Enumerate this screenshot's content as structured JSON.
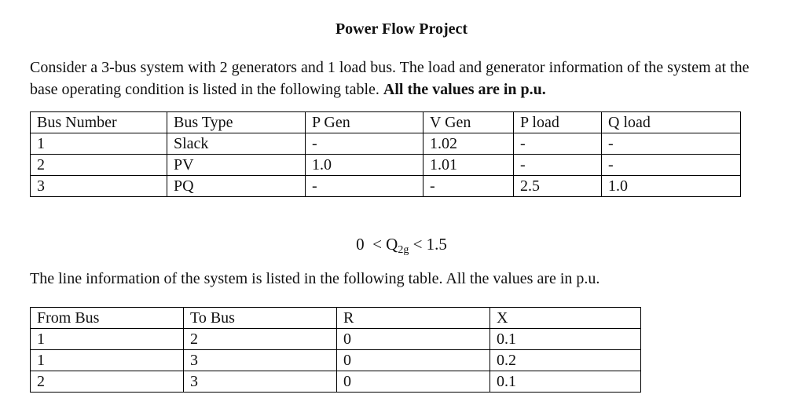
{
  "page": {
    "title": "Power Flow Project",
    "intro_text": "Consider a 3-bus system with 2 generators and 1 load bus. The load and generator information of the system at the base operating condition is listed in the following table. ",
    "intro_bold": "All the values are in p.u.",
    "constraint": {
      "prefix": "0  < Q",
      "subscript": "2g",
      "suffix": " < 1.5"
    },
    "line_info_text": "The line information of the system is listed in the following table. All the values are in p.u."
  },
  "bus_table": {
    "headers": [
      "Bus Number",
      "Bus Type",
      "P Gen",
      "V Gen",
      "P load",
      "Q load"
    ],
    "rows": [
      [
        "1",
        "Slack",
        "-",
        "1.02",
        "-",
        "-"
      ],
      [
        "2",
        "PV",
        "1.0",
        "1.01",
        "-",
        "-"
      ],
      [
        "3",
        "PQ",
        "-",
        "-",
        "2.5",
        "1.0"
      ]
    ]
  },
  "line_table": {
    "headers": [
      "From Bus",
      "To Bus",
      "R",
      "X"
    ],
    "rows": [
      [
        "1",
        "2",
        "0",
        "0.1"
      ],
      [
        "1",
        "3",
        "0",
        "0.2"
      ],
      [
        "2",
        "3",
        "0",
        "0.1"
      ]
    ]
  }
}
